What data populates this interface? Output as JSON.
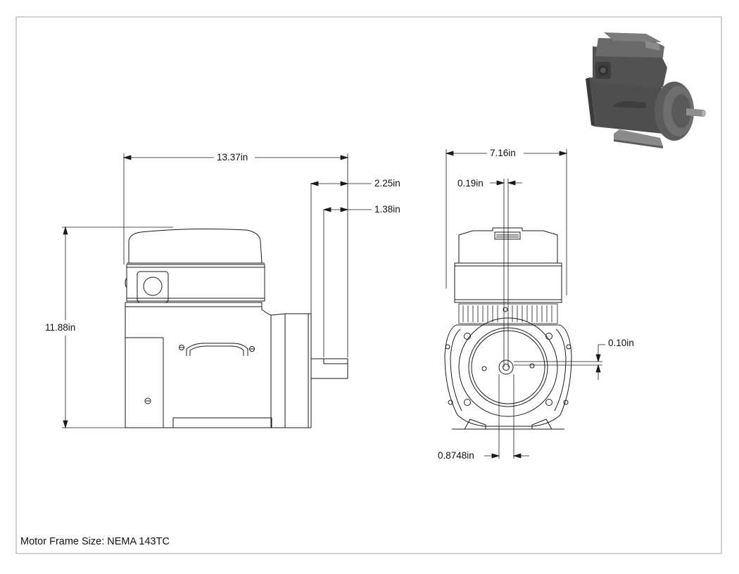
{
  "dimensions": {
    "overall_length": "13.37in",
    "shaft_length": "2.25in",
    "shaft_key_length": "1.38in",
    "overall_height": "11.88in",
    "overall_width": "7.16in",
    "key_width": "0.19in",
    "shaft_offset": "0.10in",
    "shaft_diameter": "0.8748in"
  },
  "caption": "Motor Frame Size: NEMA 143TC",
  "colors": {
    "line": "#1a1a1a",
    "motor_dark": "#4a4a4a",
    "motor_mid": "#5e5e5e",
    "motor_light": "#7a7a7a"
  }
}
